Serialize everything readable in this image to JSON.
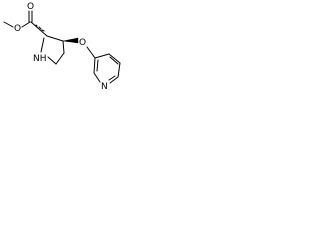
{
  "molecule": {
    "atoms": {
      "methyl_oxygen": "O",
      "carbonyl_oxygen": "O",
      "ring_nitrogen": "NH",
      "ether_oxygen": "O",
      "pyridine_nitrogen": "N"
    }
  }
}
